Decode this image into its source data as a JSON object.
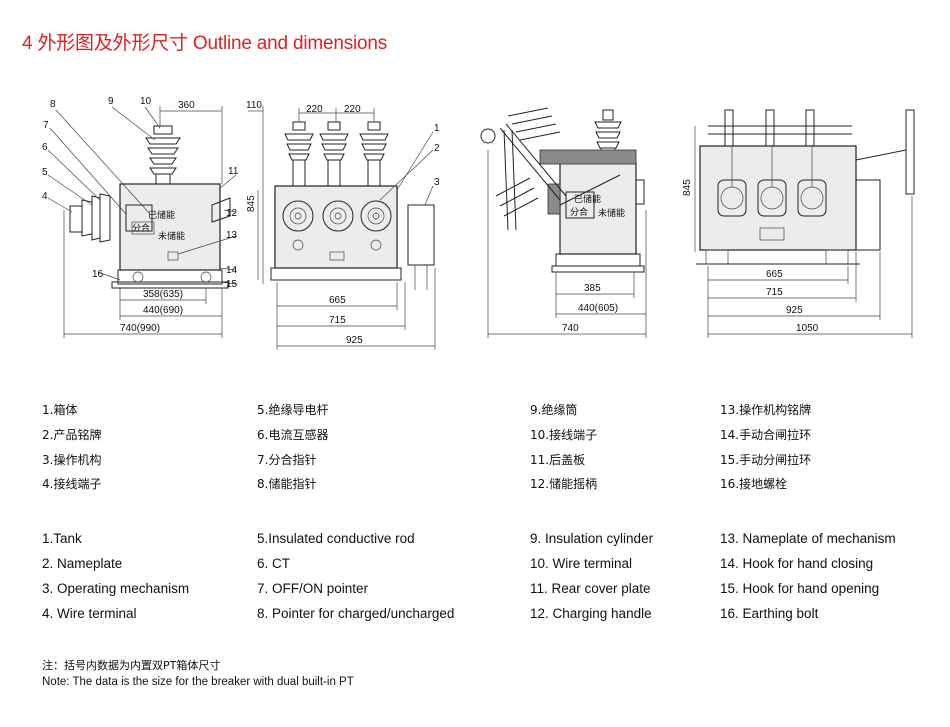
{
  "title": "4  外形图及外形尺寸  Outline and dimensions",
  "view1": {
    "callouts": [
      "8",
      "9",
      "10",
      "7",
      "6",
      "5",
      "4",
      "11",
      "12",
      "13",
      "14",
      "15",
      "16"
    ],
    "plate_text": [
      "已储能",
      "分合",
      "未储能"
    ],
    "dims": [
      "360",
      "358(635)",
      "440(690)",
      "740(990)"
    ]
  },
  "view2": {
    "dims_top": [
      "110",
      "220",
      "220"
    ],
    "dims_side": [
      "845"
    ],
    "dims_bottom": [
      "665",
      "715",
      "925"
    ],
    "callouts": [
      "1",
      "2",
      "3"
    ]
  },
  "view3": {
    "plate_text": [
      "已储能",
      "分合",
      "未储能"
    ],
    "dims": [
      "385",
      "440(605)",
      "740"
    ]
  },
  "view4": {
    "dims_side": [
      "845"
    ],
    "dims_bottom": [
      "665",
      "715",
      "925",
      "1050"
    ]
  },
  "legend_cn": [
    [
      "1.箱体",
      "5.绝缘导电杆",
      "9.绝缘筒",
      "13.操作机构铭牌"
    ],
    [
      "2.产品铭牌",
      "6.电流互感器",
      "10.接线端子",
      "14.手动合闸拉环"
    ],
    [
      "3.操作机构",
      "7.分合指针",
      "11.后盖板",
      "15.手动分闸拉环"
    ],
    [
      "4.接线端子",
      "8.储能指针",
      "12.储能摇柄",
      "16.接地螺栓"
    ]
  ],
  "legend_en": [
    [
      "1.Tank",
      "5.Insulated conductive rod",
      "9. Insulation cylinder",
      "13. Nameplate of mechanism"
    ],
    [
      "2. Nameplate",
      "6. CT",
      "10. Wire terminal",
      "14. Hook for hand closing"
    ],
    [
      "3. Operating mechanism",
      "7. OFF/ON pointer",
      "11. Rear cover plate",
      "15. Hook for hand opening"
    ],
    [
      "4. Wire terminal",
      "8.  Pointer for charged/uncharged",
      "12. Charging handle",
      "16. Earthing bolt"
    ]
  ],
  "note_cn": "注：括号内数据为内置双PT箱体尺寸",
  "note_en": "Note: The data is the size for the breaker with dual built-in PT"
}
